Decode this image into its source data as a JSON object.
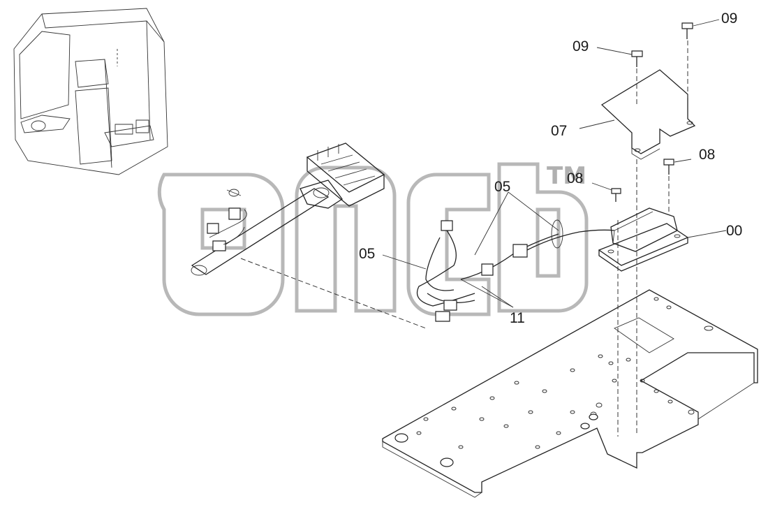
{
  "diagram": {
    "part_labels": [
      {
        "id": "label-00",
        "text": "00"
      },
      {
        "id": "label-05-a",
        "text": "05"
      },
      {
        "id": "label-05-b",
        "text": "05"
      },
      {
        "id": "label-07",
        "text": "07"
      },
      {
        "id": "label-08-a",
        "text": "08"
      },
      {
        "id": "label-08-b",
        "text": "08"
      },
      {
        "id": "label-09-a",
        "text": "09"
      },
      {
        "id": "label-09-b",
        "text": "09"
      },
      {
        "id": "label-11",
        "text": "11"
      }
    ],
    "watermark": {
      "mark": "TM",
      "color": "#b0b0b0"
    },
    "colors": {
      "ink": "#222222",
      "background": "#ffffff"
    }
  }
}
